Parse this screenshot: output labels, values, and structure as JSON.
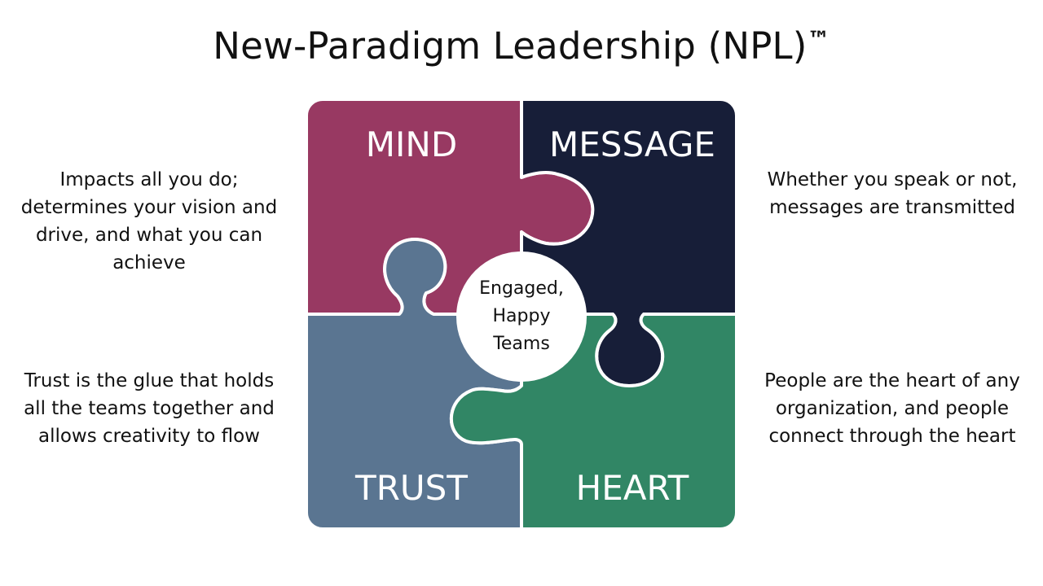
{
  "title": {
    "text": "New-Paradigm Leadership (NPL)",
    "mark": "™"
  },
  "pieces": {
    "mind": {
      "label": "MIND",
      "color": "#983962"
    },
    "message": {
      "label": "MESSAGE",
      "color": "#171E38"
    },
    "trust": {
      "label": "TRUST",
      "color": "#5A7591"
    },
    "heart": {
      "label": "HEART",
      "color": "#318665"
    }
  },
  "center": {
    "lines": [
      "Engaged,",
      "Happy",
      "Teams"
    ]
  },
  "descriptions": {
    "mind": [
      "Impacts all you do;",
      "determines your vision and",
      "drive, and what you can",
      "achieve"
    ],
    "message": [
      "Whether you speak or not,",
      "messages are transmitted"
    ],
    "trust": [
      "Trust is the glue that holds",
      "all the teams together and",
      "allows creativity to flow"
    ],
    "heart": [
      "People are the heart of any",
      "organization, and people",
      "connect through the heart"
    ]
  }
}
